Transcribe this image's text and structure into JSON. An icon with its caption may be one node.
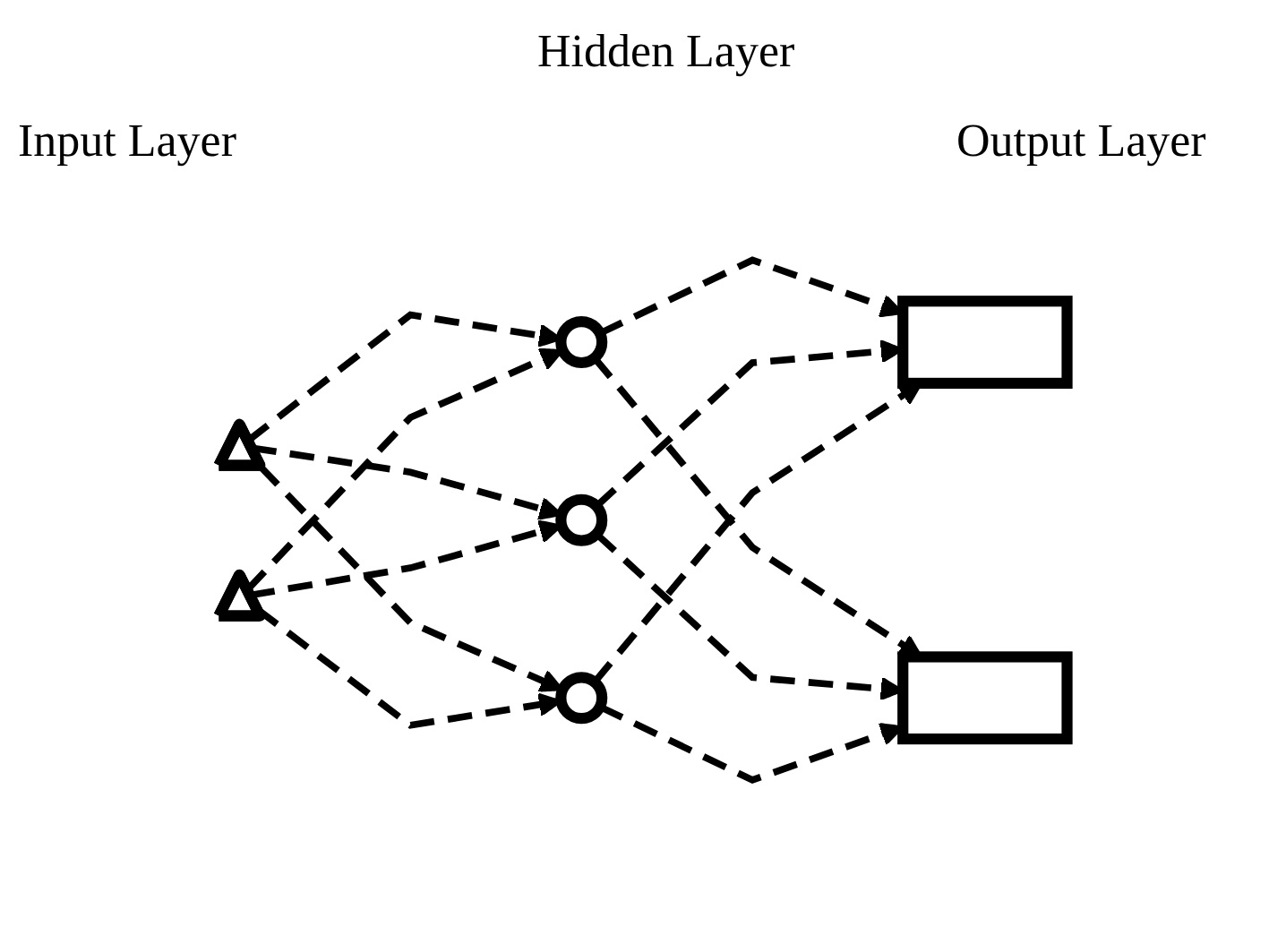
{
  "diagram": {
    "nodes": [
      {
        "text": [],
        "shape": "triangle"
      },
      {
        "text": [],
        "shape": "triangle"
      },
      {
        "text": [],
        "shape": "circle"
      },
      {
        "text": [],
        "shape": "circle"
      },
      {
        "text": [],
        "shape": "circle"
      },
      {
        "text": [],
        "shape": "box"
      },
      {
        "text": [],
        "shape": "box"
      }
    ],
    "edges": [
      {
        "from": 0,
        "to": 2,
        "arrow": "to",
        "style": "dashed"
      },
      {
        "from": 0,
        "to": 3,
        "arrow": "to",
        "style": "dashed"
      },
      {
        "from": 0,
        "to": 4,
        "arrow": "to",
        "style": "dashed"
      },
      {
        "from": 1,
        "to": 2,
        "arrow": "to",
        "style": "dashed"
      },
      {
        "from": 1,
        "to": 3,
        "arrow": "to",
        "style": "dashed"
      },
      {
        "from": 1,
        "to": 4,
        "arrow": "to",
        "style": "dashed"
      },
      {
        "from": 2,
        "to": 5,
        "arrow": "to",
        "style": "dashed"
      },
      {
        "from": 2,
        "to": 6,
        "arrow": "to",
        "style": "dashed"
      },
      {
        "from": 3,
        "to": 5,
        "arrow": "to",
        "style": "dashed"
      },
      {
        "from": 3,
        "to": 6,
        "arrow": "to",
        "style": "dashed"
      },
      {
        "from": 4,
        "to": 5,
        "arrow": "to",
        "style": "dashed"
      },
      {
        "from": 4,
        "to": 6,
        "arrow": "to",
        "style": "dashed"
      }
    ],
    "labels": [
      "Hidden Layer",
      "Input Layer",
      "Output Layer"
    ]
  }
}
